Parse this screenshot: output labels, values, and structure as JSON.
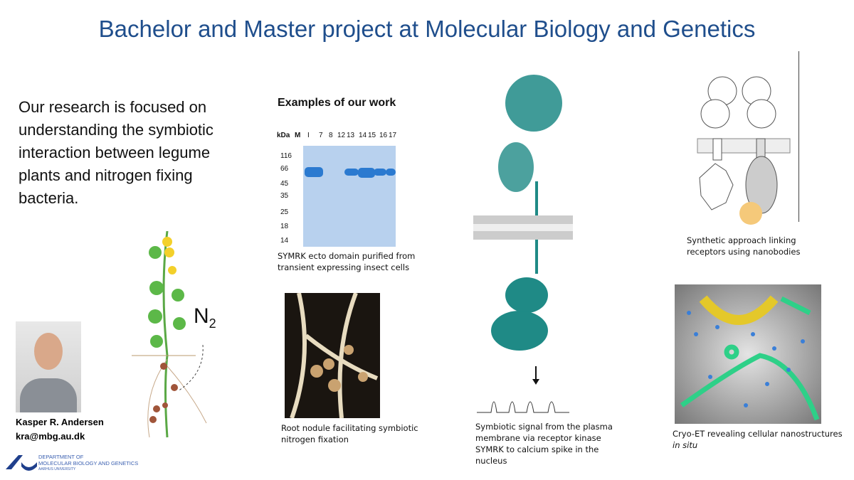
{
  "title": "Bachelor and Master project at Molecular Biology and Genetics",
  "intro": "Our research is focused on understanding the symbiotic interaction between legume plants and nitrogen fixing bacteria.",
  "person": {
    "name": "Kasper R. Andersen",
    "email": "kra@mbg.au.dk"
  },
  "logo": {
    "line1": "DEPARTMENT OF",
    "line2": "MOLECULAR BIOLOGY AND GENETICS",
    "line3": "AARHUS UNIVERSITY"
  },
  "plant": {
    "label": "N",
    "subscript": "2"
  },
  "examples_heading": "Examples of our work",
  "gel": {
    "unit": "kDa",
    "lanes": [
      "M",
      "I",
      "7",
      "8",
      "12",
      "13",
      "14",
      "15",
      "16",
      "17"
    ],
    "markers": [
      "116",
      "66",
      "45",
      "35",
      "25",
      "18",
      "14"
    ]
  },
  "captions": {
    "gel": "SYMRK ecto domain purified from transient expressing insect cells",
    "nodule": "Root nodule facilitating symbiotic nitrogen fixation",
    "symrk": "Symbiotic signal from the plasma membrane via receptor kinase SYMRK to calcium spike in the nucleus",
    "synthetic": "Synthetic approach linking receptors using nanobodies",
    "cryo": "Cryo-ET revealing cellular nanostructures",
    "cryo_italic": "in situ"
  },
  "colors": {
    "title": "#1f4e8c",
    "protein": "#1f8a86",
    "gel": "#b8d1ee"
  }
}
